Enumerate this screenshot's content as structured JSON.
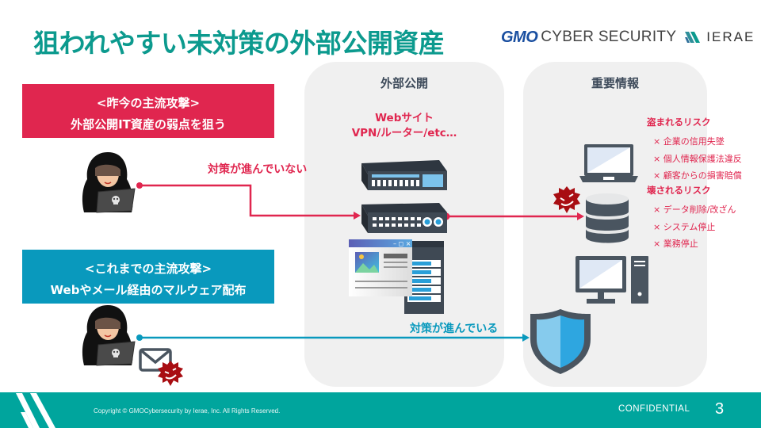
{
  "slide": {
    "title": "狙われやすい未対策の外部公開資産",
    "logo": {
      "gmo": "GMO",
      "cyber_security": "CYBER SECURITY",
      "ierae": "IERAE"
    }
  },
  "panels": {
    "external": {
      "title": "外部公開",
      "assets_line1": "Webサイト",
      "assets_line2": "VPN/ルーター/etc…"
    },
    "important_info": {
      "title": "重要情報"
    }
  },
  "attacks": {
    "current": {
      "line1": "<昨今の主流攻撃>",
      "line2": "外部公開IT資産の弱点を狙う",
      "path_label": "対策が進んでいない"
    },
    "previous": {
      "line1": "<これまでの主流攻撃>",
      "line2": "Webやメール経由のマルウェア配布",
      "path_label": "対策が進んでいる"
    }
  },
  "risks": {
    "stolen": {
      "heading": "盗まれるリスク",
      "items": [
        "× 企業の信用失墜",
        "× 個人情報保護法違反",
        "× 顧客からの損害賠償"
      ]
    },
    "destroyed": {
      "heading": "壊されるリスク",
      "items": [
        "× データ削除/改ざん",
        "× システム停止",
        "× 業務停止"
      ]
    }
  },
  "footer": {
    "copyright": "Copyright © GMOCybersecurity by Ierae, Inc. All Rights Reserved.",
    "confidential": "CONFIDENTIAL",
    "page_number": "3"
  },
  "colors": {
    "title_teal": "#0c9a8e",
    "attack_red": "#e0264f",
    "attack_blue": "#0999bd",
    "footer_teal": "#00a59d",
    "icon_dark": "#3f4954",
    "malware_red": "#a80d12"
  }
}
